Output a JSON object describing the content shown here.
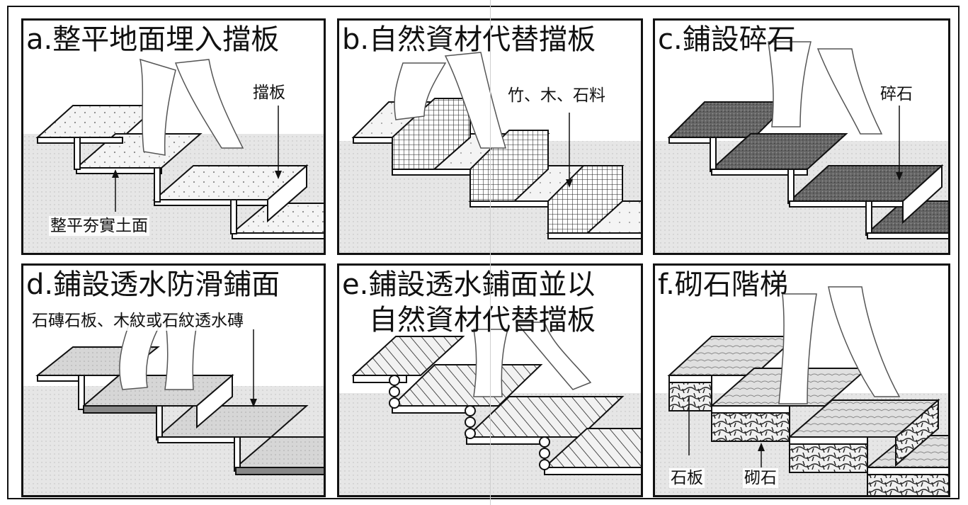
{
  "panels": [
    {
      "id": "a",
      "title": "a.整平地面埋入擋板",
      "labels": [
        "擋板",
        "整平夯實土面"
      ]
    },
    {
      "id": "b",
      "title": "b.自然資材代替擋板",
      "labels": [
        "竹、木、石料"
      ]
    },
    {
      "id": "c",
      "title": "c.鋪設碎石",
      "labels": [
        "碎石"
      ]
    },
    {
      "id": "d",
      "title": "d.鋪設透水防滑鋪面",
      "labels": [
        "石磚石板、木紋或石紋透水磚"
      ]
    },
    {
      "id": "e",
      "title_line1": "e.鋪設透水鋪面並以",
      "title_line2": "自然資材代替擋板",
      "labels": []
    },
    {
      "id": "f",
      "title": "f.砌石階梯",
      "labels": [
        "石板",
        "砌石"
      ]
    }
  ],
  "colors": {
    "ink": "#111111",
    "ground": "#e4e4e4",
    "gravel": "#5a5a5a",
    "paper": "#ffffff"
  }
}
